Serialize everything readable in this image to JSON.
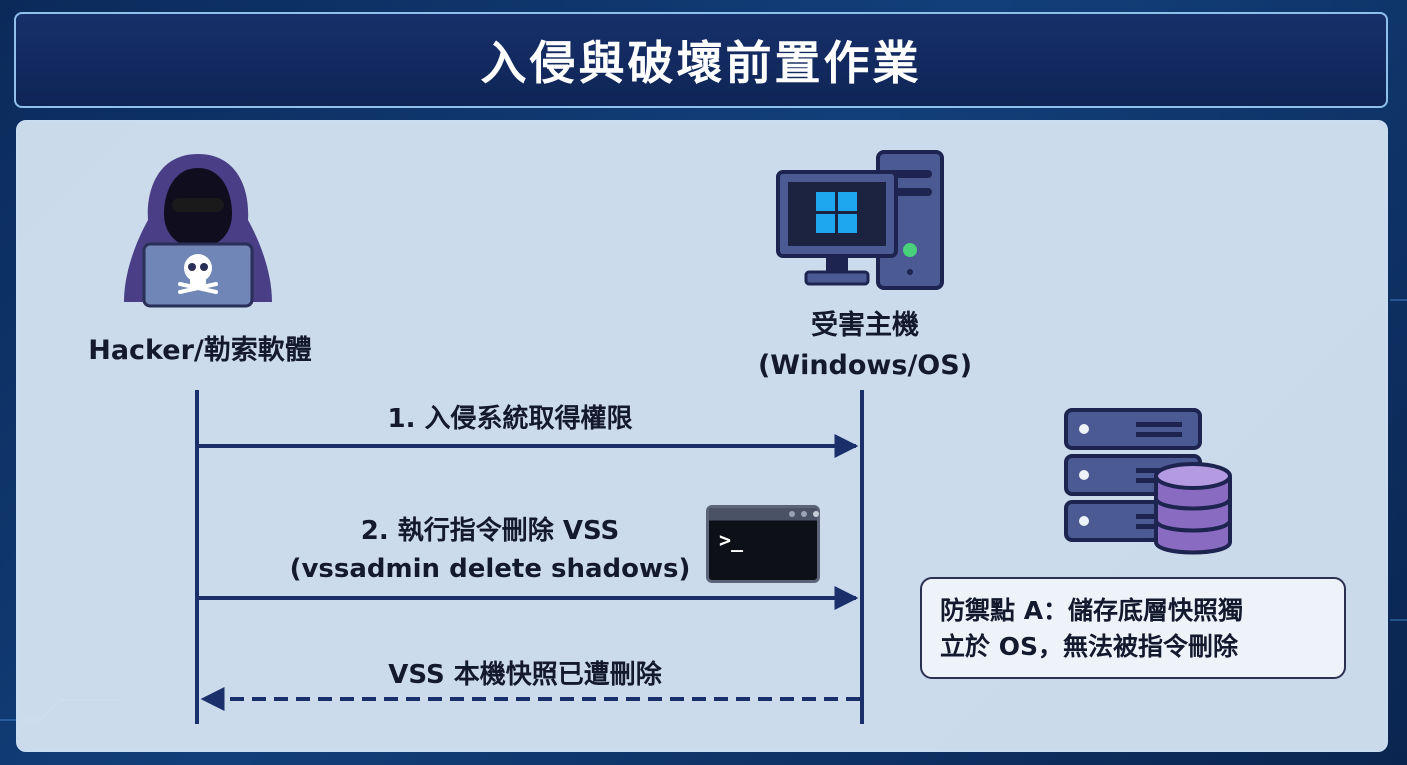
{
  "header": {
    "title": "入侵與破壞前置作業"
  },
  "actors": {
    "hacker": {
      "label": "Hacker/勒索軟體"
    },
    "victim": {
      "label_line1": "受害主機",
      "label_line2": "(Windows/OS)"
    }
  },
  "messages": [
    {
      "label": "1. 入侵系統取得權限",
      "direction": "hacker-to-victim",
      "style": "solid"
    },
    {
      "label_line1": "2. 執行指令刪除 VSS",
      "label_line2": "(vssadmin delete shadows)",
      "direction": "hacker-to-victim",
      "style": "solid"
    },
    {
      "label": "VSS 本機快照已遭刪除",
      "direction": "victim-to-hacker",
      "style": "dashed"
    }
  ],
  "terminal": {
    "prompt": ">_"
  },
  "defense": {
    "line1": "防禦點 A：儲存底層快照獨",
    "line2": "立於 OS，無法被指令刪除"
  },
  "icons": [
    "hacker-icon",
    "skull-icon",
    "desktop-computer-icon",
    "windows-logo-icon",
    "terminal-icon",
    "server-rack-icon",
    "database-icon"
  ],
  "colors": {
    "title_bg": "#17306a",
    "arrow": "#1b2f6b",
    "panel": "#d8e5f3",
    "text": "#141a2e",
    "windows_blue": "#1ea7ef"
  }
}
